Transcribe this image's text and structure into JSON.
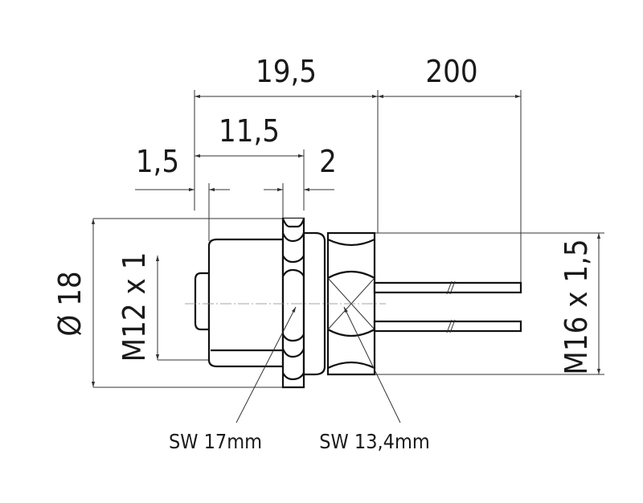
{
  "drawing": {
    "dimensions": {
      "total_length": "19,5",
      "cable_length": "200",
      "thread_length": "11,5",
      "flange_thickness": "1,5",
      "nut_gap": "2",
      "outer_diameter": "Ø 18",
      "front_thread": "M12 x 1",
      "rear_thread": "M16 x 1,5"
    },
    "labels": {
      "wrench_flange": "SW 17mm",
      "wrench_hex": "SW 13,4mm"
    }
  }
}
